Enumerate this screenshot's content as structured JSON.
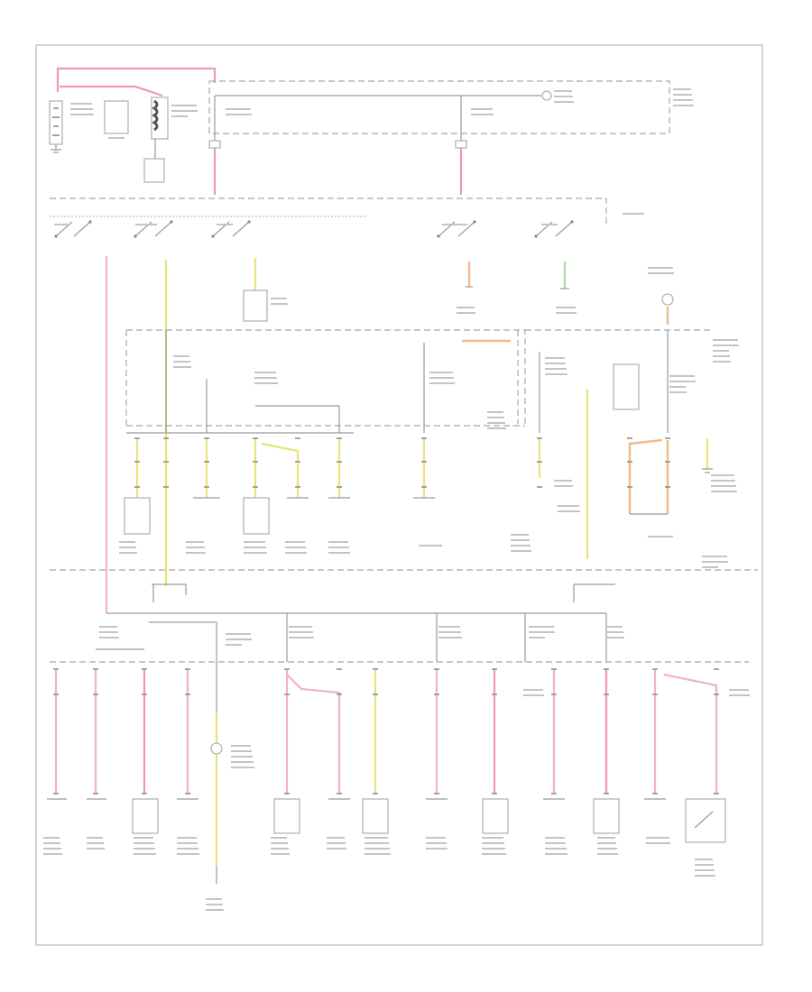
{
  "diagram": {
    "page_ref": "",
    "colors": {
      "battery_feed": "#ef9aa6",
      "pink_feed": "#f2b3bd",
      "yellow_feed": "#e9e37a",
      "orange_feed": "#f2b98c",
      "green_feed": "#a9dba7",
      "frame": "#b9b9b9"
    },
    "bottom_components": [
      {
        "id": "c1"
      },
      {
        "id": "c2"
      },
      {
        "id": "c3"
      },
      {
        "id": "c4"
      },
      {
        "id": "c5"
      },
      {
        "id": "c6"
      },
      {
        "id": "c7"
      },
      {
        "id": "c8"
      },
      {
        "id": "c9"
      },
      {
        "id": "c10"
      },
      {
        "id": "c11"
      },
      {
        "id": "c12"
      },
      {
        "id": "c13"
      },
      {
        "id": "c14"
      }
    ]
  }
}
